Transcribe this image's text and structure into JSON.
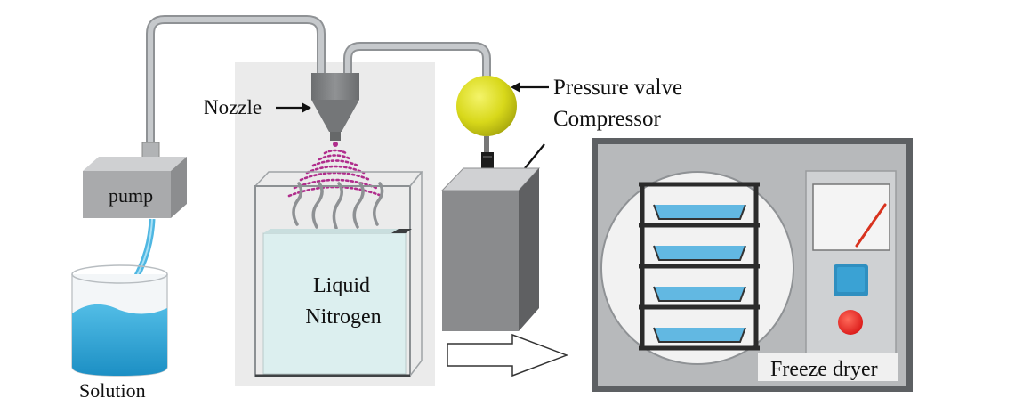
{
  "labels": {
    "pump": "pump",
    "solution": "Solution",
    "nozzle": "Nozzle",
    "pressure_valve": "Pressure valve",
    "compressor": "Compressor",
    "liquid_nitrogen_line1": "Liquid",
    "liquid_nitrogen_line2": "Nitrogen",
    "freeze_dryer": "Freeze dryer"
  },
  "colors": {
    "tubing": "#b9bcbf",
    "pump_body": "#a9aaac",
    "nozzle": "#7e8082",
    "solution": "#2ea4d6",
    "valve": "#dede1a",
    "spray": "#b02d8c",
    "liquid_nitrogen": "#dcefef",
    "compressor": "#8a8b8d",
    "dryer_frame": "#5d6063",
    "tray_liquid": "#62b8e2",
    "dryer_button": "#2f8fc0",
    "dryer_indicator": "#ee2222"
  },
  "icons": {
    "pump": "pump-icon",
    "beaker": "beaker-icon",
    "nozzle": "nozzle-icon",
    "valve": "pressure-valve-icon",
    "compressor": "compressor-icon",
    "dewar": "liquid-nitrogen-container-icon",
    "arrow": "right-arrow-icon",
    "dryer": "freeze-dryer-icon",
    "gauge": "gauge-icon"
  }
}
